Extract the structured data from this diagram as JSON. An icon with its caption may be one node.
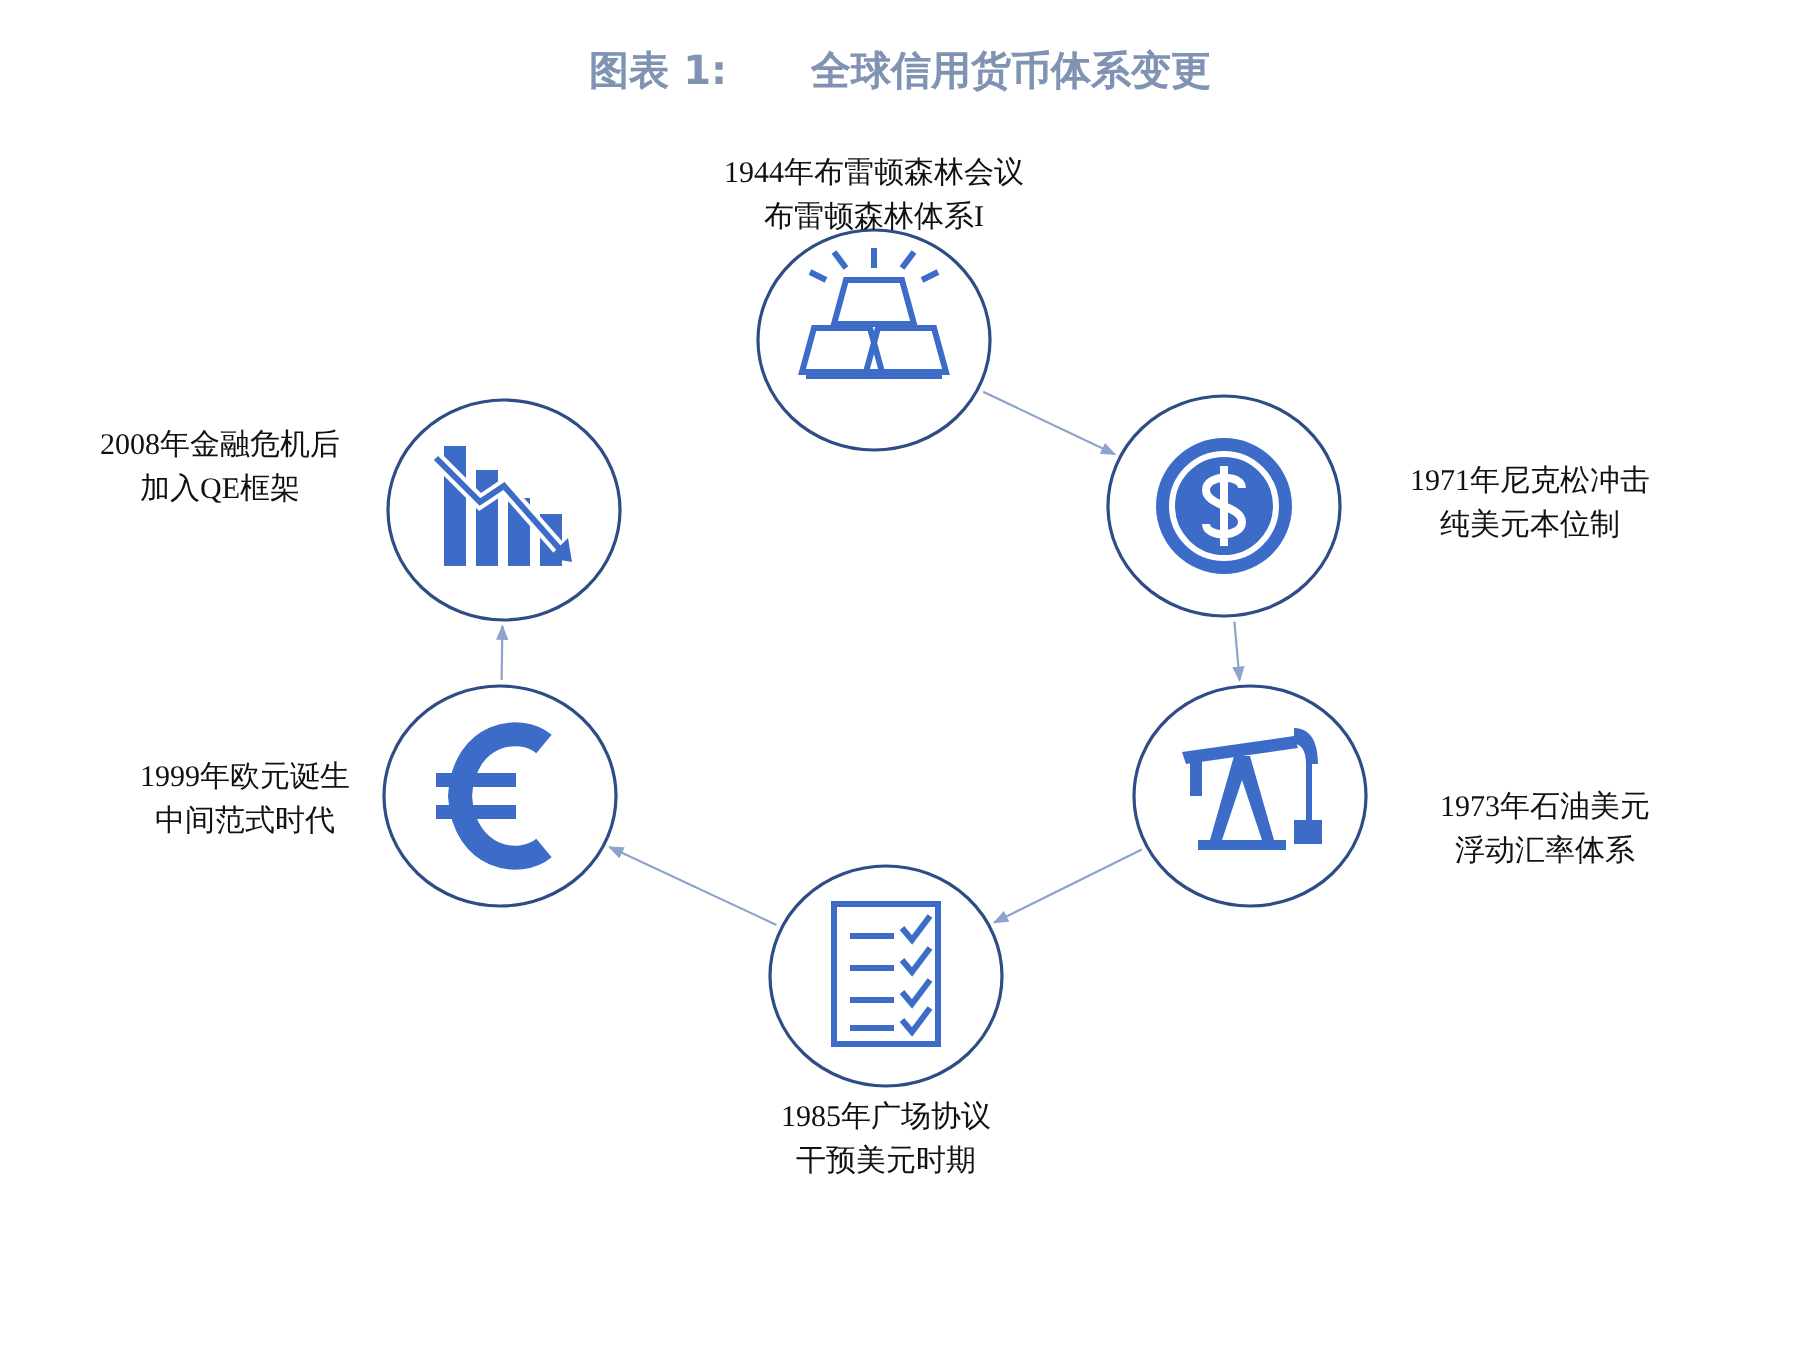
{
  "diagram": {
    "title": "图表 1:      全球信用货币体系变更",
    "nodes": [
      {
        "text": [],
        "shape": "circle",
        "beside": [
          "1944年布雷顿森林会议",
          "布雷顿森林体系I"
        ]
      },
      {
        "text": [],
        "shape": "circle",
        "beside": [
          "1971年尼克松冲击",
          "纯美元本位制"
        ]
      },
      {
        "text": [],
        "shape": "circle",
        "beside": [
          "1973年石油美元",
          "浮动汇率体系"
        ]
      },
      {
        "text": [],
        "shape": "circle",
        "beside": [
          "1985年广场协议",
          "干预美元时期"
        ]
      },
      {
        "text": [],
        "shape": "circle",
        "beside": [
          "1999年欧元诞生",
          "中间范式时代"
        ]
      },
      {
        "text": [],
        "shape": "circle",
        "beside": [
          "2008年金融危机后",
          "加入QE框架"
        ]
      }
    ],
    "edges": [
      {
        "from": 0,
        "to": 1,
        "arrow": "to"
      },
      {
        "from": 1,
        "to": 2,
        "arrow": "to"
      },
      {
        "from": 2,
        "to": 3,
        "arrow": "to"
      },
      {
        "from": 3,
        "to": 4,
        "arrow": "to"
      },
      {
        "from": 4,
        "to": 5,
        "arrow": "to"
      }
    ]
  }
}
